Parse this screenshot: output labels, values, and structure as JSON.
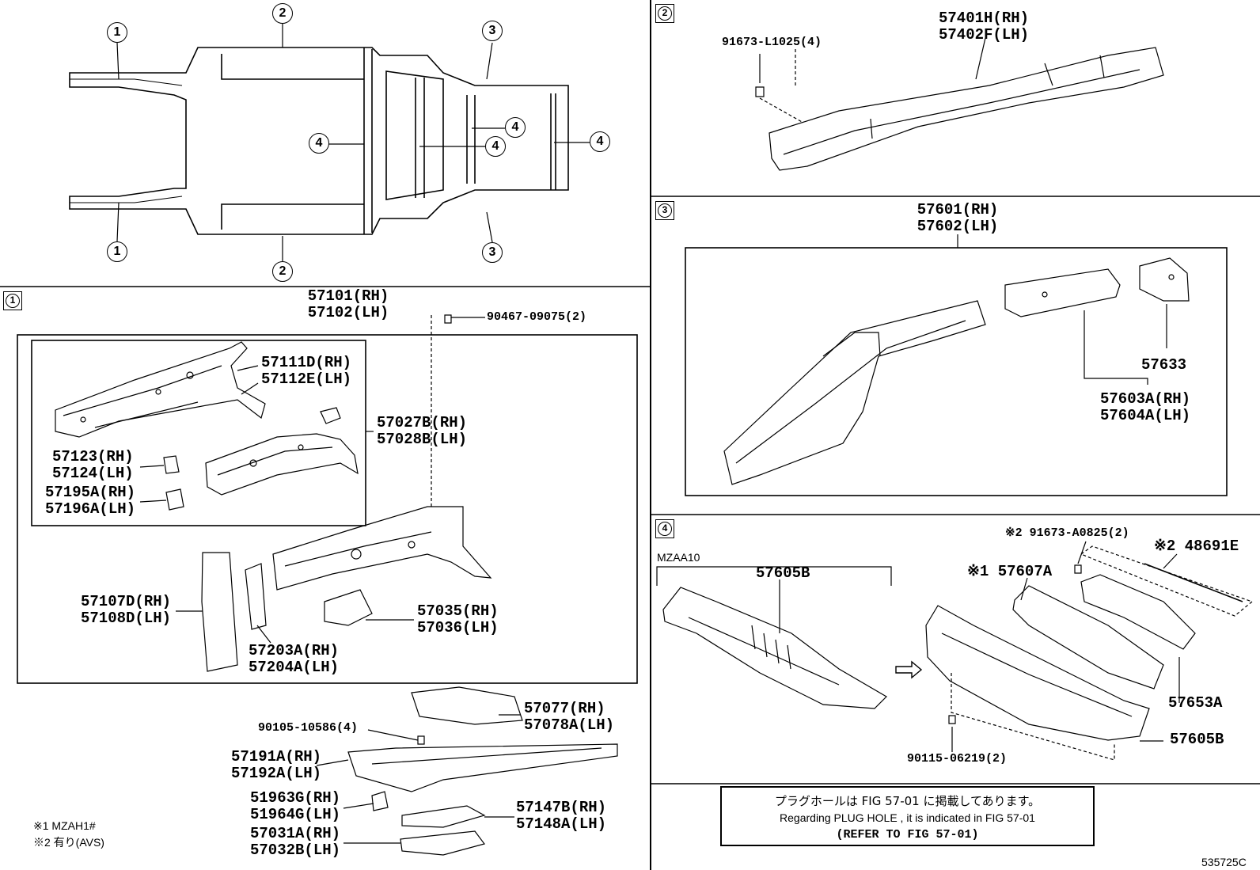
{
  "overview": {
    "callouts": [
      "1",
      "2",
      "3",
      "4"
    ]
  },
  "section1": {
    "index": "1",
    "labels": {
      "l57101": "57101(RH)",
      "l57102": "57102(LH)",
      "l90467": "90467-09075(2)",
      "l57111": "57111D(RH)",
      "l57112": "57112E(LH)",
      "l57027": "57027B(RH)",
      "l57028": "57028B(LH)",
      "l57123": "57123(RH)",
      "l57124": "57124(LH)",
      "l57195": "57195A(RH)",
      "l57196": "57196A(LH)",
      "l57107": "57107D(RH)",
      "l57108": "57108D(LH)",
      "l57035": "57035(RH)",
      "l57036": "57036(LH)",
      "l57203": "57203A(RH)",
      "l57204": "57204A(LH)",
      "l57077": "57077(RH)",
      "l57078": "57078A(LH)",
      "l90105": "90105-10586(4)",
      "l57191": "57191A(RH)",
      "l57192": "57192A(LH)",
      "l51963": "51963G(RH)",
      "l51964": "51964G(LH)",
      "l57147": "57147B(RH)",
      "l57148": "57148A(LH)",
      "l57031": "57031A(RH)",
      "l57032": "57032B(LH)"
    }
  },
  "footnotes": {
    "n1": "※1 MZAH1#",
    "n2": "※2 有り(AVS)"
  },
  "section2": {
    "index": "2",
    "labels": {
      "l91673": "91673-L1025(4)",
      "l57401": "57401H(RH)",
      "l57402": "57402F(LH)"
    }
  },
  "section3": {
    "index": "3",
    "labels": {
      "l57601": "57601(RH)",
      "l57602": "57602(LH)",
      "l57633": "57633",
      "l57603": "57603A(RH)",
      "l57604": "57604A(LH)"
    }
  },
  "section4": {
    "index": "4",
    "labels": {
      "mzaa": "MZAA10",
      "l57605a": "57605B",
      "l91673a": "※2 91673-A0825(2)",
      "l48691": "※2 48691E",
      "l57607": "※1 57607A",
      "l57653": "57653A",
      "l57605b": "57605B",
      "l90115": "90115-06219(2)"
    }
  },
  "note": {
    "jp": "プラグホールは FIG 57-01 に掲載してあります。",
    "en": "Regarding PLUG HOLE , it is indicated in FIG 57-01",
    "ref": "(REFER TO FIG 57-01)"
  },
  "figure_id": "535725C"
}
